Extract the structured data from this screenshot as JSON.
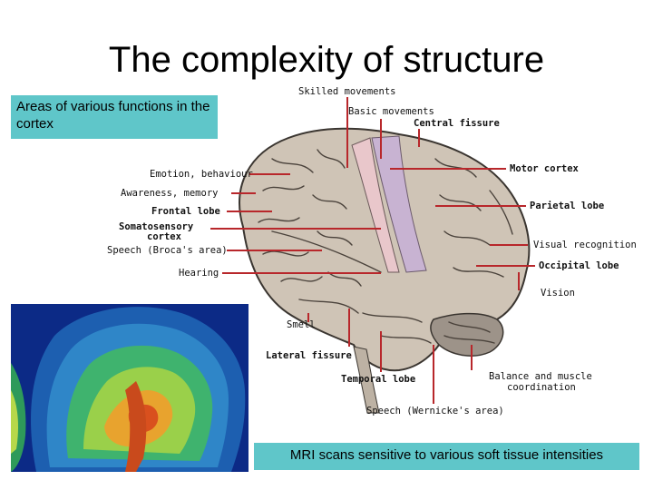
{
  "title": "The complexity of structure",
  "caption_top": "Areas of various functions in the cortex",
  "caption_bottom": "MRI scans sensitive to various soft tissue intensities",
  "labels": {
    "skilled": "Skilled movements",
    "basic": "Basic movements",
    "central": "Central fissure",
    "motor": "Motor cortex",
    "emotion": "Emotion, behaviour",
    "awareness": "Awareness, memory",
    "frontal": "Frontal lobe",
    "somato1": "Somatosensory",
    "somato2": "cortex",
    "broca": "Speech (Broca's area)",
    "hearing": "Hearing",
    "parietal": "Parietal lobe",
    "visrec": "Visual recognition",
    "occipital": "Occipital lobe",
    "vision": "Vision",
    "smell": "Smell",
    "lateral": "Lateral fissure",
    "temporal": "Temporal lobe",
    "balance1": "Balance and muscle",
    "balance2": "coordination",
    "wernicke": "Speech (Wernicke's area)"
  },
  "colors": {
    "caption_bg": "#5fc6c9",
    "leader_line": "#b8272b",
    "brain": "#cfc4b6",
    "motor_band": "#c8b3d2",
    "sensory_band": "#e9c7cb"
  }
}
